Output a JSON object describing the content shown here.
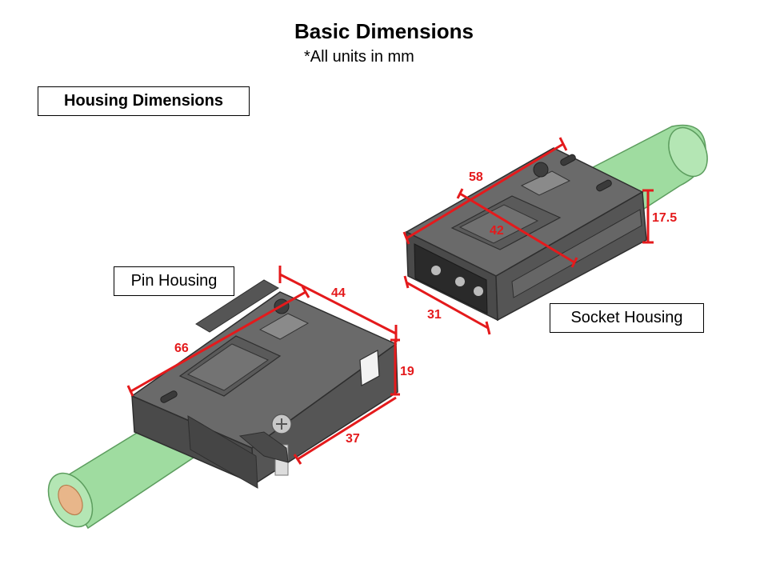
{
  "header": {
    "title": "Basic Dimensions",
    "subtitle": "*All units in mm"
  },
  "labels": {
    "housing_dimensions": "Housing Dimensions",
    "pin_housing": "Pin Housing",
    "socket_housing": "Socket Housing"
  },
  "dimensions": {
    "pin_length": "66",
    "pin_width": "44",
    "pin_height": "19",
    "pin_depth": "37",
    "socket_length": "58",
    "socket_inner": "42",
    "socket_height": "17.5",
    "socket_width": "31"
  },
  "colors": {
    "cable": "#9fdca0",
    "cable_dark": "#5c9d5e",
    "housing": "#5f5f5f",
    "housing_dark": "#3e3e3e",
    "housing_light": "#7a7a7a",
    "dimension": "#e41a1c",
    "copper": "#e8b68a"
  }
}
